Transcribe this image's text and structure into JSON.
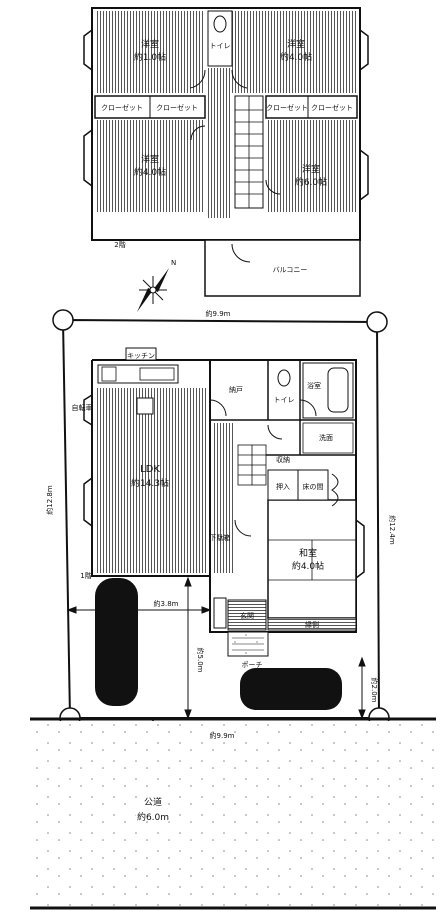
{
  "floor2": {
    "rooms": {
      "yoshitsu_nw": {
        "name": "洋室",
        "size": "約1.0帖"
      },
      "toilet": "トイレ",
      "yoshitsu_ne": {
        "name": "洋室",
        "size": "約4.0帖"
      },
      "closet_w1": "クローゼット",
      "closet_w2": "クローゼット",
      "closet_e1": "クローゼット",
      "closet_e2": "クローゼット",
      "yoshitsu_sw": {
        "name": "洋室",
        "size": "約4.0帖"
      },
      "yoshitsu_se": {
        "name": "洋室",
        "size": "約6.0帖"
      },
      "balcony": "バルコニー"
    },
    "floor_label": "2階"
  },
  "compass_label": "N",
  "site": {
    "top_dim": "約9.9m",
    "left_dim": "約12.8m",
    "right_dim": "約12.4m",
    "bottom_dim": "約9.9m",
    "road": {
      "name": "公道",
      "width": "約6.0m"
    }
  },
  "floor1": {
    "floor_label": "1階",
    "rooms": {
      "ldk": {
        "name": "LDK",
        "size": "約14.3帖"
      },
      "kitchen_label": "キッチン",
      "closet": "納戸",
      "toilet": "トイレ",
      "bath": "浴室",
      "washroom": "洗面",
      "storage": "収納",
      "oshiire": "押入",
      "tokonoma": "床の間",
      "washitsu": {
        "name": "和室",
        "size": "約4.0帖"
      },
      "engawa": "縁側",
      "entrance": "玄関",
      "shoes": "下駄箱",
      "porch": "ポーチ",
      "bike": "自転車"
    },
    "dims": {
      "parking_width": "約3.8m",
      "parking_depth": "約5.0m",
      "right_depth": "約2.0m"
    }
  }
}
